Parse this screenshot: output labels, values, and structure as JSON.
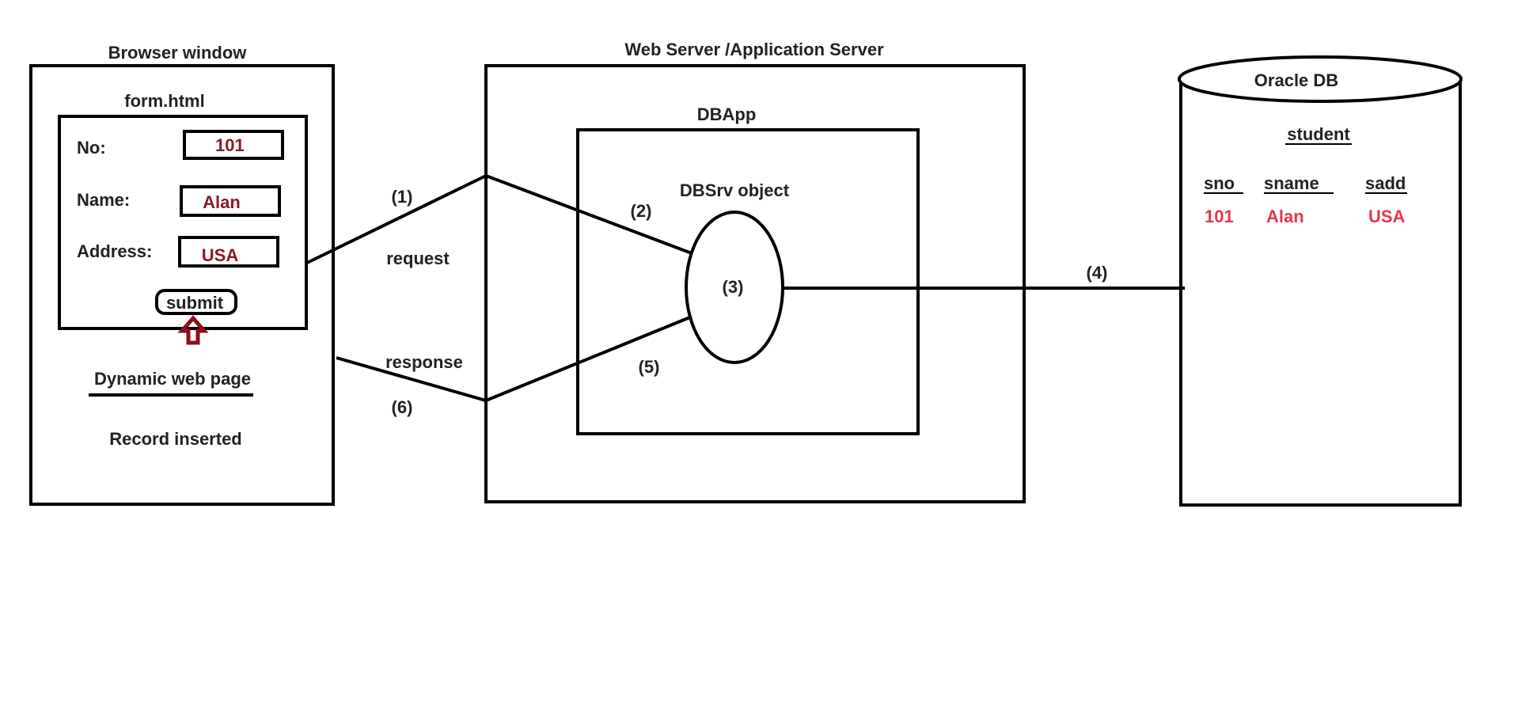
{
  "colors": {
    "ink": "#000000",
    "text": "#222222",
    "form_value": "#8b1a2b",
    "db_value": "#e8364a",
    "arrow": "#8b0f1a"
  },
  "browser": {
    "title": "Browser window",
    "form_title": "form.html",
    "fields": [
      {
        "label": "No:",
        "value": "101"
      },
      {
        "label": "Name:",
        "value": "Alan"
      },
      {
        "label": "Address:",
        "value": "USA"
      }
    ],
    "submit_label": "submit",
    "dynamic_page_title": "Dynamic web page",
    "result_text": "Record inserted",
    "arrow_icon": "up-arrow-icon"
  },
  "server": {
    "title": "Web Server /Application Server",
    "app_title": "DBApp",
    "object_label": "DBSrv object",
    "step3": "(3)"
  },
  "flow": {
    "step1": "(1)",
    "request": "request",
    "step2": "(2)",
    "step4": "(4)",
    "step5": "(5)",
    "response": "response",
    "step6": "(6)"
  },
  "database": {
    "title": "Oracle DB",
    "table_name": "student",
    "columns": [
      "sno",
      "sname",
      "sadd"
    ],
    "row": [
      "101",
      "Alan",
      "USA"
    ]
  }
}
